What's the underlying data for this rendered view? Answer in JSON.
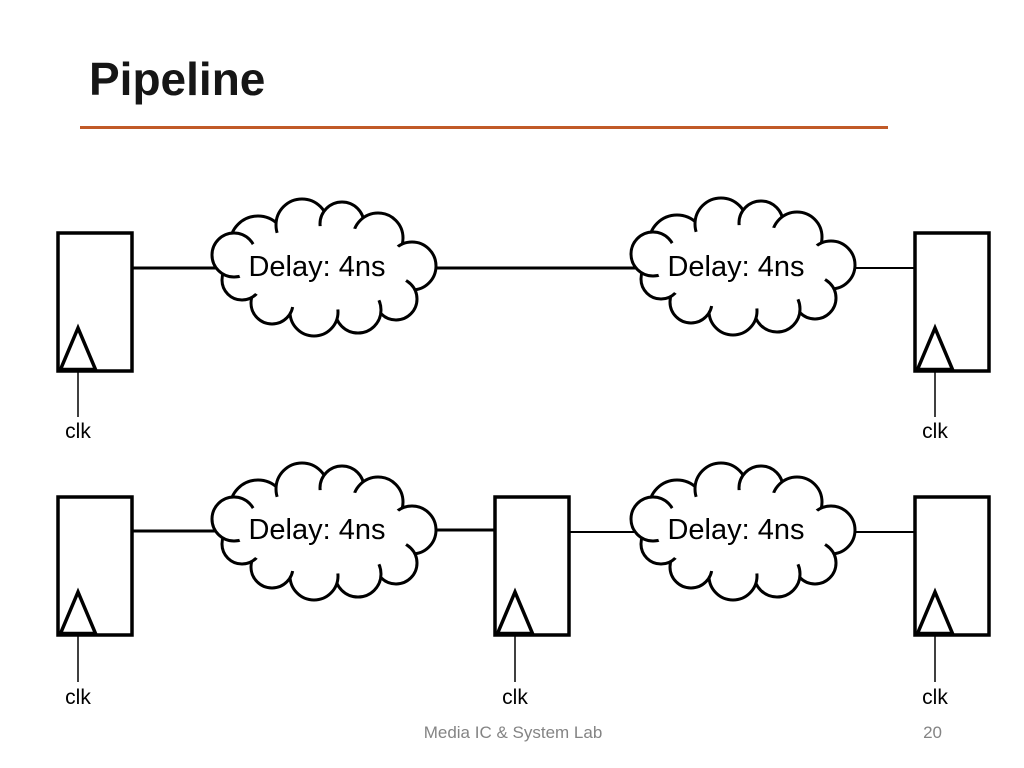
{
  "slide": {
    "title": "Pipeline",
    "footer_text": "Media IC & System Lab",
    "page_number": "20"
  },
  "colors": {
    "accent_line": "#C15A28",
    "footer_gray": "#848484",
    "ink": "#000000"
  },
  "diagram": {
    "delay_labels": [
      "Delay: 4ns",
      "Delay: 4ns",
      "Delay: 4ns",
      "Delay: 4ns"
    ],
    "clk_labels": [
      "clk",
      "clk",
      "clk",
      "clk",
      "clk"
    ]
  }
}
